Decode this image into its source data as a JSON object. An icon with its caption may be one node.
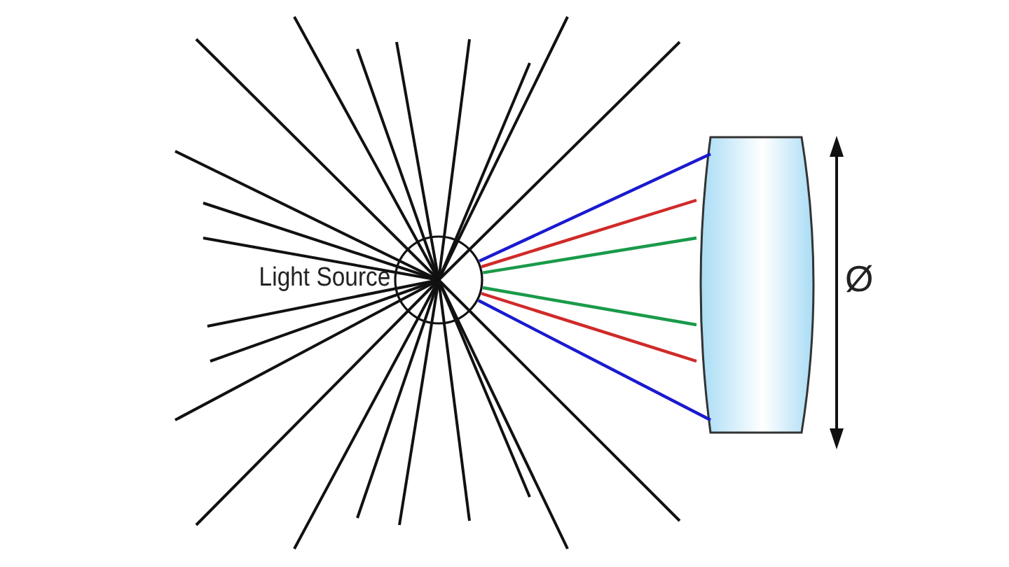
{
  "diagram": {
    "nodes": [
      {
        "text": [],
        "shape": "circle",
        "beside": [
          "Light Source"
        ]
      },
      {
        "text": [],
        "shape": "lens"
      }
    ],
    "edges": [
      {
        "from": 0,
        "to": 1,
        "arrow": "none",
        "color": "#1a1ad0"
      },
      {
        "from": 0,
        "to": 1,
        "arrow": "none",
        "color": "#d02a2a"
      },
      {
        "from": 0,
        "to": 1,
        "arrow": "none",
        "color": "#1a9a4a"
      },
      {
        "from": 0,
        "to": 1,
        "arrow": "none",
        "color": "#1a9a4a"
      },
      {
        "from": 0,
        "to": 1,
        "arrow": "none",
        "color": "#d02a2a"
      },
      {
        "from": 0,
        "to": 1,
        "arrow": "none",
        "color": "#1a1ad0"
      }
    ],
    "labels": [
      "Ø"
    ]
  }
}
